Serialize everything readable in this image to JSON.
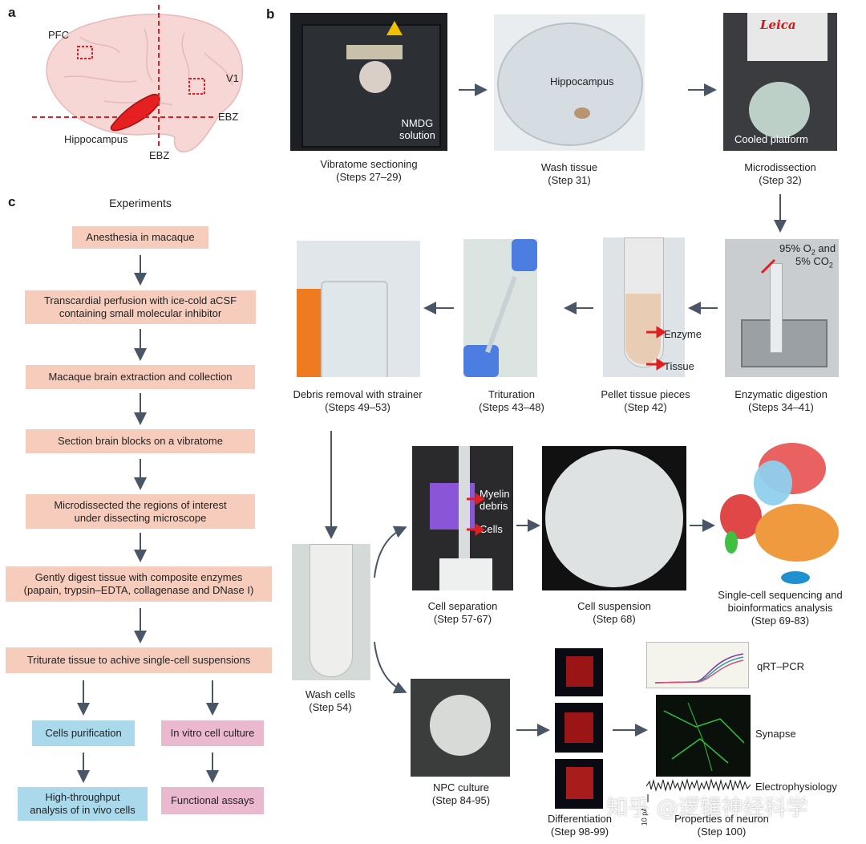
{
  "panels": {
    "a": "a",
    "b": "b",
    "c": "c"
  },
  "brain": {
    "pfc": "PFC",
    "v1": "V1",
    "ebz_h": "EBZ",
    "ebz_v": "EBZ",
    "hippocampus": "Hippocampus"
  },
  "row1": {
    "step1": {
      "title": "Vibratome sectioning",
      "steps": "(Steps 27–29)",
      "overlay": "NMDG\nsolution"
    },
    "step2": {
      "title": "Wash tissue",
      "steps": "(Step 31)",
      "overlay": "Hippocampus"
    },
    "step3": {
      "title": "Microdissection",
      "steps": "(Step 32)",
      "overlay": "Cooled platform",
      "brand": "Leica"
    }
  },
  "row2": {
    "digest": {
      "title": "Enzymatic digestion",
      "steps": "(Steps 34–41)",
      "gas1": "95% O",
      "gas1_sub": "2",
      "gas1_tail": " and",
      "gas2": "5% CO",
      "gas2_sub": "2"
    },
    "pellet": {
      "title": "Pellet tissue pieces",
      "steps": "(Step 42)",
      "enzyme": "Enzyme",
      "tissue": "Tissue"
    },
    "trit": {
      "title": "Trituration",
      "steps": "(Steps 43–48)"
    },
    "debris": {
      "title": "Debris removal with strainer",
      "steps": "(Steps 49–53)"
    }
  },
  "row3": {
    "wash": {
      "title": "Wash cells",
      "steps": "(Step 54)"
    },
    "sep": {
      "title": "Cell separation",
      "steps": "(Step 57-67)",
      "myelin": "Myelin\ndebris",
      "cells": "Cells"
    },
    "susp": {
      "title": "Cell suspension",
      "steps": "(Step 68)"
    },
    "seq": {
      "title": "Single-cell sequencing and\nbioinformatics analysis",
      "steps": "(Step 69-83)"
    }
  },
  "row4": {
    "npc": {
      "title": "NPC culture",
      "steps": "(Step 84-95)"
    },
    "diff": {
      "title": "Differentiation",
      "steps": "(Step 98-99)"
    },
    "props": {
      "title": "Properties of neuron",
      "steps": "(Step 100)"
    },
    "qrt": "qRT–PCR",
    "synapse": "Synapse",
    "ephys": "Electrophysiology",
    "pa": "10 pA"
  },
  "experiments": {
    "header": "Experiments",
    "s1": "Anesthesia in macaque",
    "s2": "Transcardial perfusion with ice-cold aCSF\ncontaining small molecular inhibitor",
    "s3": "Macaque brain extraction and collection",
    "s4": "Section brain blocks on a vibratome",
    "s5": "Microdissected the regions of interest\nunder dissecting microscope",
    "s6": "Gently digest tissue with composite enzymes\n(papain, trypsin–EDTA, collagenase and DNase I)",
    "s7": "Triturate tissue to achive single-cell suspensions",
    "left1": "Cells purification",
    "left2": "High-throughput\nanalysis of in vivo cells",
    "right1": "In vitro cell culture",
    "right2": "Functional assays"
  },
  "watermark": "知乎 @逻辑神经科学",
  "colors": {
    "pink": "#f6cdbd",
    "blue": "#a9d9ea",
    "mauve": "#ebb9cf",
    "arrow": "#4a5566",
    "red": "#e02020"
  }
}
